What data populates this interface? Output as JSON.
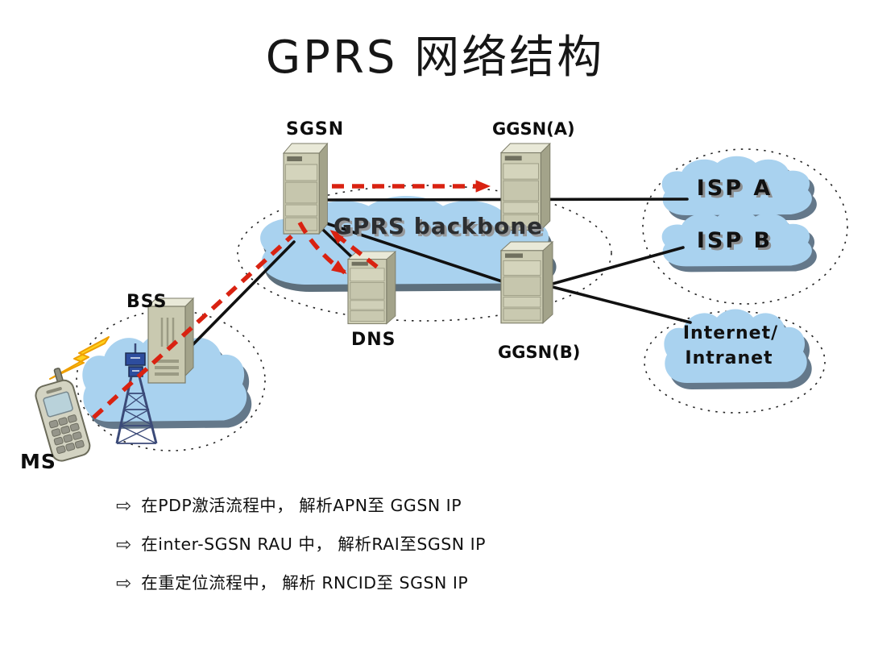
{
  "title": "GPRS 网络结构",
  "diagram": {
    "nodes": {
      "ms": {
        "label": "MS",
        "type": "mobile-station"
      },
      "bss": {
        "label": "BSS",
        "type": "base-station-subsystem"
      },
      "sgsn": {
        "label": "SGSN",
        "type": "server"
      },
      "dns": {
        "label": "DNS",
        "type": "server"
      },
      "ggsn_a": {
        "label": "GGSN(A)",
        "type": "server"
      },
      "ggsn_b": {
        "label": "GGSN(B)",
        "type": "server"
      },
      "backbone": {
        "label": "GPRS backbone",
        "type": "cloud"
      },
      "isp_a": {
        "label": "ISP A",
        "type": "cloud"
      },
      "isp_b": {
        "label": "ISP B",
        "type": "cloud"
      },
      "internet": {
        "label_line1": "Internet/",
        "label_line2": "Intranet",
        "type": "cloud"
      }
    },
    "connections": [
      {
        "from": "MS",
        "to": "SGSN",
        "style": "red-dashed"
      },
      {
        "from": "SGSN",
        "to": "GGSN(A)",
        "style": "red-dashed-arrow"
      },
      {
        "from": "SGSN",
        "to": "DNS",
        "style": "red-dashed-arrow"
      },
      {
        "from": "DNS",
        "to": "SGSN",
        "style": "red-dashed-arrow"
      },
      {
        "from": "BSS",
        "to": "SGSN",
        "style": "black-solid"
      },
      {
        "from": "SGSN",
        "to": "ISP A",
        "style": "black-solid"
      },
      {
        "from": "SGSN",
        "to": "GGSN(B)",
        "style": "black-solid"
      },
      {
        "from": "SGSN",
        "to": "DNS",
        "style": "black-solid"
      },
      {
        "from": "GGSN(B)",
        "to": "ISP B",
        "style": "black-solid"
      },
      {
        "from": "GGSN(B)",
        "to": "Internet/Intranet",
        "style": "black-solid"
      }
    ],
    "colors": {
      "cloud_fill": "#a9d2ef",
      "cloud_shadow": "#64788a",
      "server_front": "#cdcdb4",
      "server_side": "#a3a38a",
      "server_top": "#e9e9d8",
      "red_arrow": "#d92211",
      "solid_line": "#111111",
      "lightning": "#ffd21e",
      "tower_blue": "#2d4d9e"
    }
  },
  "notes": {
    "bullet_symbol": "⇨",
    "items": [
      "在PDP激活流程中， 解析APN至 GGSN IP",
      "在inter-SGSN RAU 中， 解析RAI至SGSN IP",
      "在重定位流程中， 解析 RNCID至 SGSN IP"
    ]
  }
}
